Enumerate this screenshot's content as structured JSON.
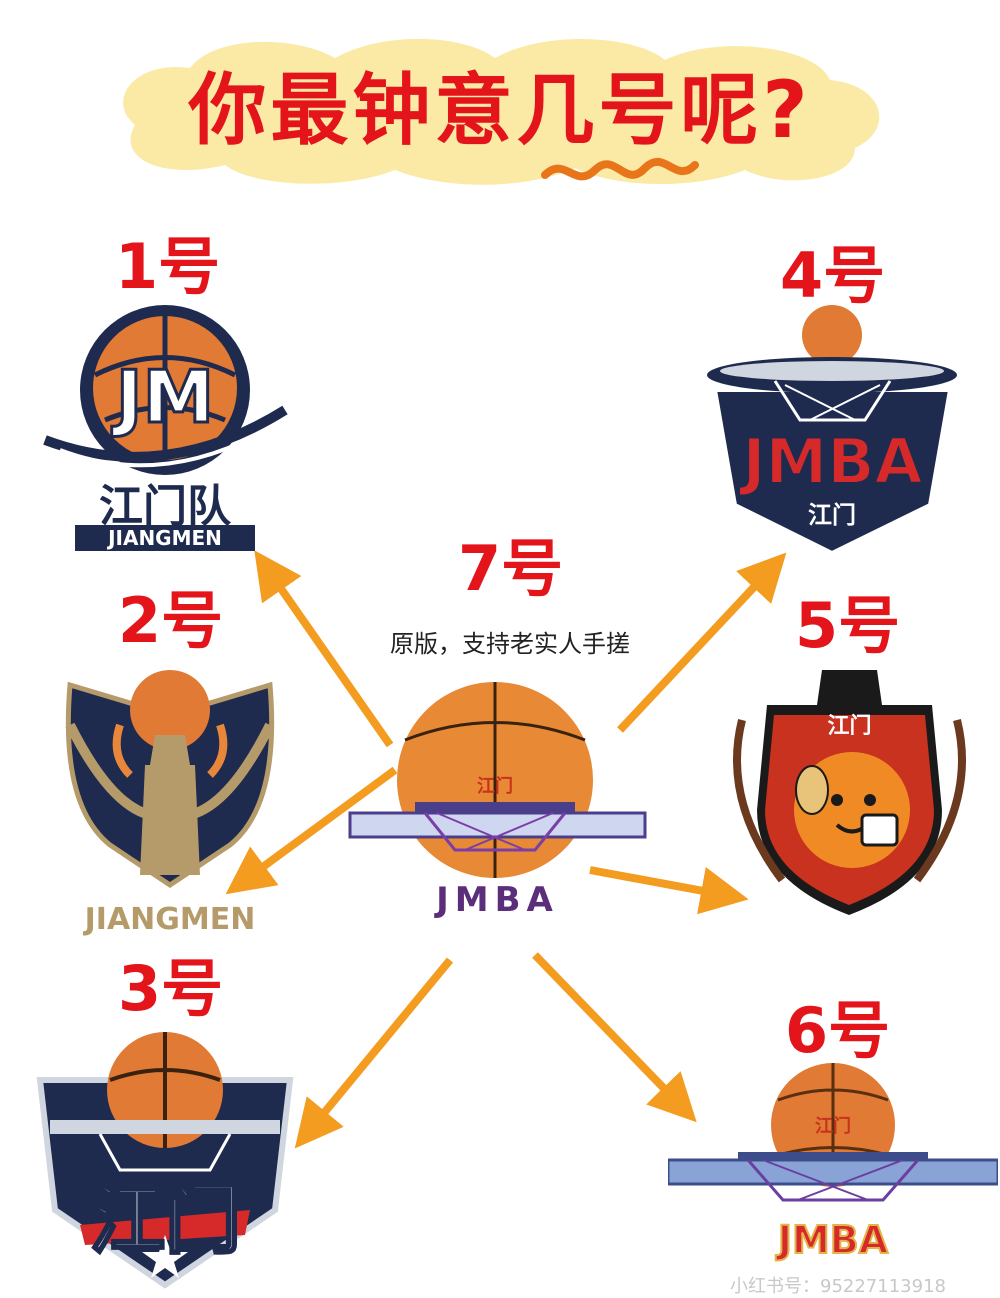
{
  "title": "你最钟意几号呢?",
  "options": [
    {
      "label": "1号",
      "logo_main": "JM",
      "logo_cn": "江门队",
      "logo_en": "JIANGMEN"
    },
    {
      "label": "2号",
      "logo_en": "JIANGMEN"
    },
    {
      "label": "3号",
      "logo_cn": "江门"
    },
    {
      "label": "4号",
      "logo_main": "JMBA",
      "logo_cn": "江门"
    },
    {
      "label": "5号",
      "logo_cn": "江门"
    },
    {
      "label": "6号",
      "logo_cn": "江门",
      "logo_main": "JMBA"
    },
    {
      "label": "7号",
      "note": "原版，支持老实人手搓",
      "logo_cn": "江门",
      "logo_main": "JMBA"
    }
  ],
  "watermark": "小红书号：95227113918",
  "colors": {
    "title_red": "#e4141b",
    "arrow_orange": "#f39c1f",
    "ball_orange": "#e8873a",
    "navy": "#1f2a4f",
    "gold": "#b59a6a",
    "cloud": "#fbeaa6"
  }
}
